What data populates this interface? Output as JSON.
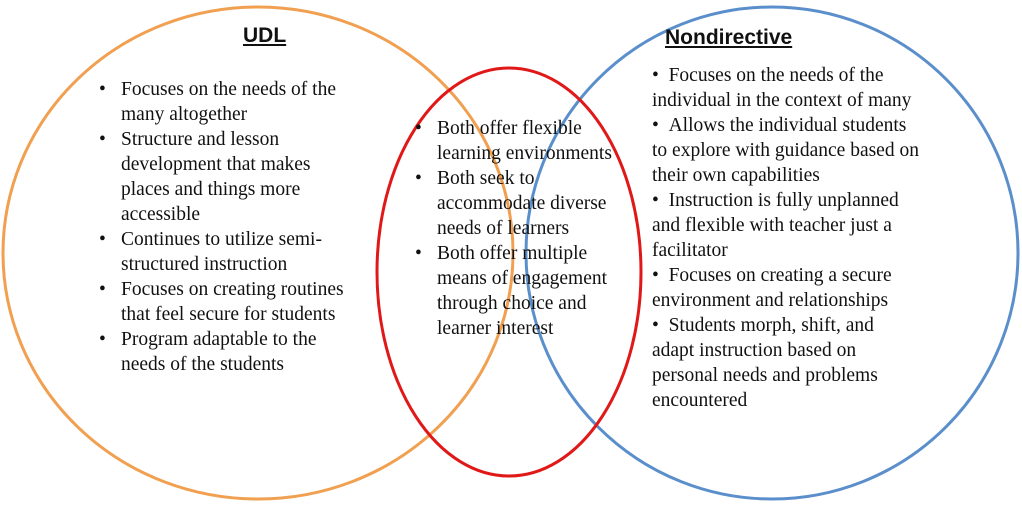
{
  "left_circle": {
    "title": "UDL",
    "items": [
      "Focuses on the needs of the many altogether",
      "Structure and lesson development that makes places and things more accessible",
      "Continues to utilize semi-structured instruction",
      "Focuses on creating routines that feel secure for students",
      "Program adaptable to the needs of the students"
    ]
  },
  "center_overlap": {
    "items": [
      "Both offer flexible learning environments",
      "Both seek to accommodate diverse needs of learners",
      "Both offer multiple means of engagement through choice and learner interest"
    ]
  },
  "right_circle": {
    "title": "Nondirective",
    "items": [
      "Focuses on the needs of the individual in the context of many",
      "Allows the individual students to explore with guidance based on their own capabilities",
      "Instruction is fully unplanned and flexible with teacher just a facilitator",
      "Focuses on creating a secure environment and relationships",
      "Students morph, shift, and adapt instruction based on personal needs and problems encountered"
    ]
  },
  "colors": {
    "left_outline": "#F0A050",
    "right_outline": "#5B8FCC",
    "center_outline": "#E01818"
  }
}
